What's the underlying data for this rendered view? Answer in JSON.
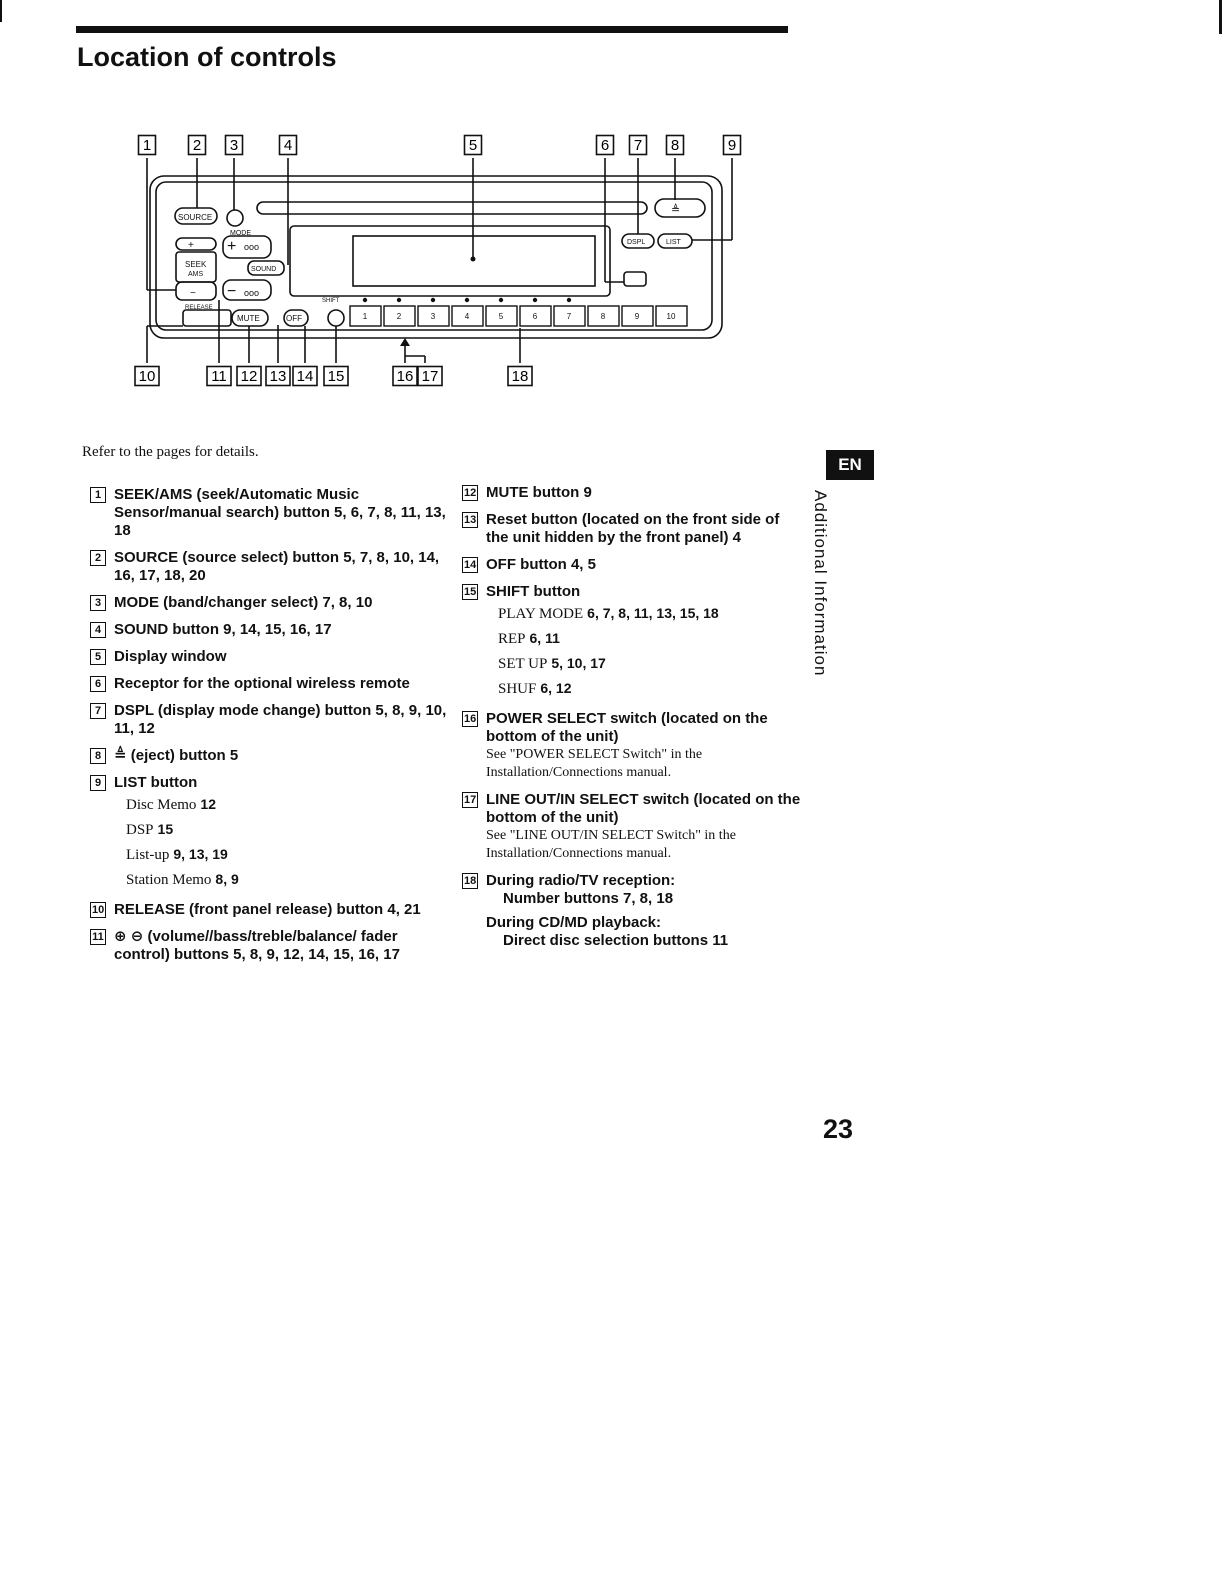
{
  "title": "Location of controls",
  "intro": "Refer to the pages for details.",
  "side_tab": "EN",
  "side_text": "Additional Information",
  "page_number": "23",
  "diagram": {
    "callouts_top": [
      "1",
      "2",
      "3",
      "4",
      "5",
      "6",
      "7",
      "8",
      "9"
    ],
    "callouts_bottom": [
      "10",
      "11",
      "12",
      "13",
      "14",
      "15",
      "16",
      "17",
      "18"
    ],
    "labels": {
      "source": "SOURCE",
      "mode": "MODE",
      "seek": "SEEK",
      "ams": "AMS",
      "sound": "SOUND",
      "release": "RELEASE",
      "mute": "MUTE",
      "off": "OFF",
      "shift": "SHIFT",
      "dspl": "DSPL",
      "list": "LIST"
    },
    "presets": [
      "1",
      "2",
      "3",
      "4",
      "5",
      "6",
      "7",
      "8",
      "9",
      "10"
    ]
  },
  "left_items": [
    {
      "num": "1",
      "text": "SEEK/AMS (seek/Automatic Music Sensor/manual search) button 5, 6, 7, 8, 11, 13, 18"
    },
    {
      "num": "2",
      "text": "SOURCE (source select) button 5, 7, 8, 10, 14, 16, 17, 18, 20"
    },
    {
      "num": "3",
      "text": "MODE (band/changer select) 7, 8, 10"
    },
    {
      "num": "4",
      "text": "SOUND button 9, 14, 15, 16, 17"
    },
    {
      "num": "5",
      "text": "Display window"
    },
    {
      "num": "6",
      "text": "Receptor for the optional wireless remote"
    },
    {
      "num": "7",
      "text": "DSPL (display mode change) button 5, 8, 9, 10, 11, 12"
    },
    {
      "num": "8",
      "text": "≜ (eject) button 5"
    },
    {
      "num": "9",
      "text": "LIST button"
    },
    {
      "num": "10",
      "text": "RELEASE (front panel release) button 4, 21"
    },
    {
      "num": "11",
      "text": "⊕ ⊖ (volume//bass/treble/balance/ fader control) buttons 5, 8, 9, 12, 14, 15, 16, 17"
    }
  ],
  "list_subitems": [
    {
      "label": "Disc Memo",
      "pages": "12"
    },
    {
      "label": "DSP",
      "pages": "15"
    },
    {
      "label": "List-up",
      "pages": "9, 13, 19"
    },
    {
      "label": "Station Memo",
      "pages": "8, 9"
    }
  ],
  "right_items": [
    {
      "num": "12",
      "text": "MUTE button 9"
    },
    {
      "num": "13",
      "text": "Reset button (located on the front side of the unit hidden by the front panel) 4"
    },
    {
      "num": "14",
      "text": "OFF button 4, 5"
    },
    {
      "num": "15",
      "text": "SHIFT button"
    },
    {
      "num": "16",
      "text": "POWER SELECT switch (located on the bottom of the unit)",
      "note": "See \"POWER SELECT Switch\" in the Installation/Connections manual."
    },
    {
      "num": "17",
      "text": "LINE OUT/IN SELECT switch (located on the bottom of the unit)",
      "note": "See \"LINE OUT/IN SELECT Switch\" in the Installation/Connections manual."
    },
    {
      "num": "18",
      "text": "During radio/TV reception:",
      "text2": "Number buttons 7, 8, 18",
      "text3": "During CD/MD playback:",
      "text4": "Direct disc selection buttons 11"
    }
  ],
  "shift_subitems": [
    {
      "label": "PLAY MODE",
      "pages": "6, 7, 8, 11, 13, 15, 18"
    },
    {
      "label": "REP",
      "pages": "6, 11"
    },
    {
      "label": "SET UP",
      "pages": "5, 10, 17"
    },
    {
      "label": "SHUF",
      "pages": "6, 12"
    }
  ]
}
